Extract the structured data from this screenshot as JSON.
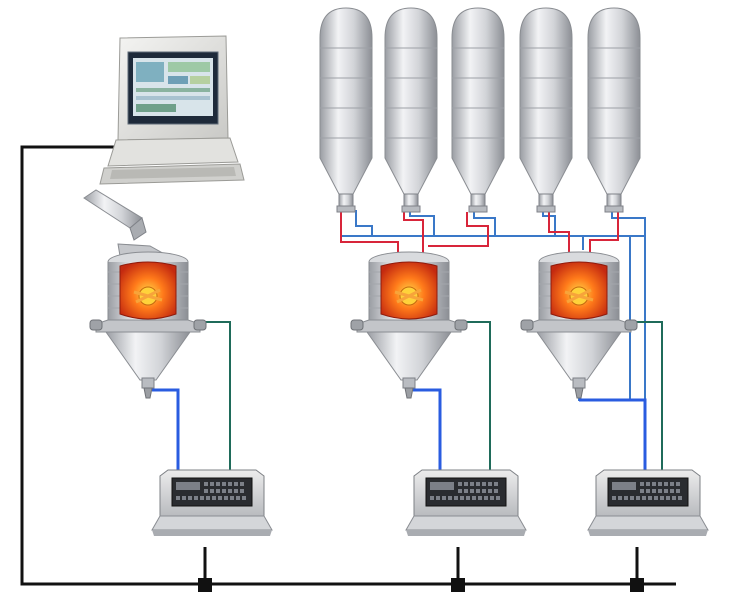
{
  "diagram": {
    "components": {
      "computer": {
        "icon": "desktop-computer-icon",
        "count": 1
      },
      "feed_chute": {
        "icon": "feed-chute-icon",
        "count": 1
      },
      "silos": {
        "icon": "storage-silo-icon",
        "count": 5
      },
      "mixers": {
        "icon": "heated-mixer-vessel-icon",
        "count": 3
      },
      "controllers": {
        "icon": "weighing-controller-terminal-icon",
        "count": 3
      },
      "bus_nodes": {
        "icon": "network-node-icon",
        "count": 3
      }
    },
    "colors": {
      "network_line": "#111111",
      "weighing_feed": "#2a5ce0",
      "signal_line": "#1f8a6e",
      "silo_blue_pipe": "#3a78c8",
      "silo_red_pipe": "#d8253a",
      "vessel_fire": "#e8501a",
      "silo_steel": "#c9ccd1"
    }
  }
}
